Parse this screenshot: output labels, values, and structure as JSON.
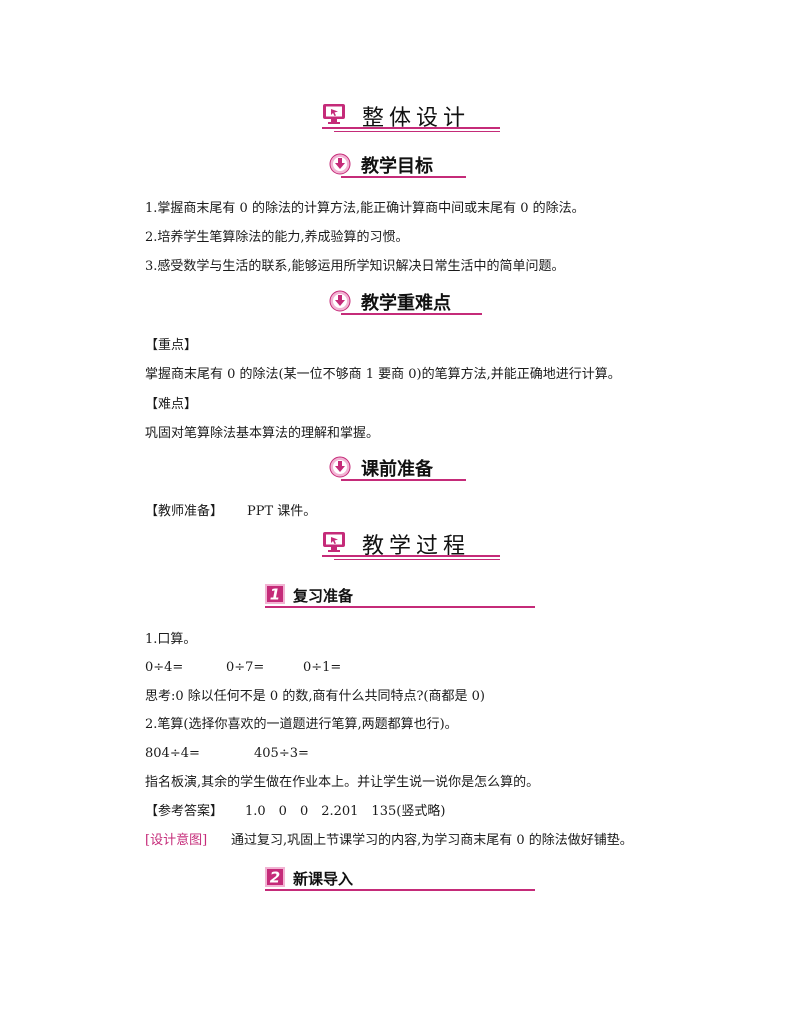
{
  "sections": {
    "overall_title": "整体设计",
    "process_title": "教学过程"
  },
  "objectives": {
    "title": "教学目标",
    "items": [
      "1.掌握商末尾有 0 的除法的计算方法,能正确计算商中间或末尾有 0 的除法。",
      "2.培养学生笔算除法的能力,养成验算的习惯。",
      "3.感受数学与生活的联系,能够运用所学知识解决日常生活中的简单问题。"
    ]
  },
  "key_points": {
    "title": "教学重难点",
    "focus_label": "【重点】",
    "focus_text": "掌握商末尾有 0 的除法(某一位不够商 1 要商 0)的笔算方法,并能正确地进行计算。",
    "difficulty_label": "【难点】",
    "difficulty_text": "巩固对笔算除法基本算法的理解和掌握。"
  },
  "preparation": {
    "title": "课前准备",
    "teacher_label": "【教师准备】",
    "teacher_text": "PPT 课件。"
  },
  "review": {
    "number": "1",
    "title": "复习准备",
    "q1": "1.口算。",
    "q1_items": [
      "0÷4=",
      "0÷7=",
      "0÷1="
    ],
    "think": "思考:0 除以任何不是 0 的数,商有什么共同特点?(商都是 0)",
    "q2": "2.笔算(选择你喜欢的一道题进行笔算,两题都算也行)。",
    "q2_items": [
      "804÷4=",
      "405÷3="
    ],
    "instruction": "指名板演,其余的学生做在作业本上。并让学生说一说你是怎么算的。",
    "answer_label": "【参考答案】",
    "answer_text": "1.0　0　0　2.201　135(竖式略)",
    "design_label": "[设计意图]",
    "design_text": "通过复习,巩固上节课学习的内容,为学习商末尾有 0 的除法做好铺垫。"
  },
  "new_lesson": {
    "number": "2",
    "title": "新课导入"
  },
  "colors": {
    "accent": "#c52b79",
    "accent_light": "#f2b3d3"
  }
}
